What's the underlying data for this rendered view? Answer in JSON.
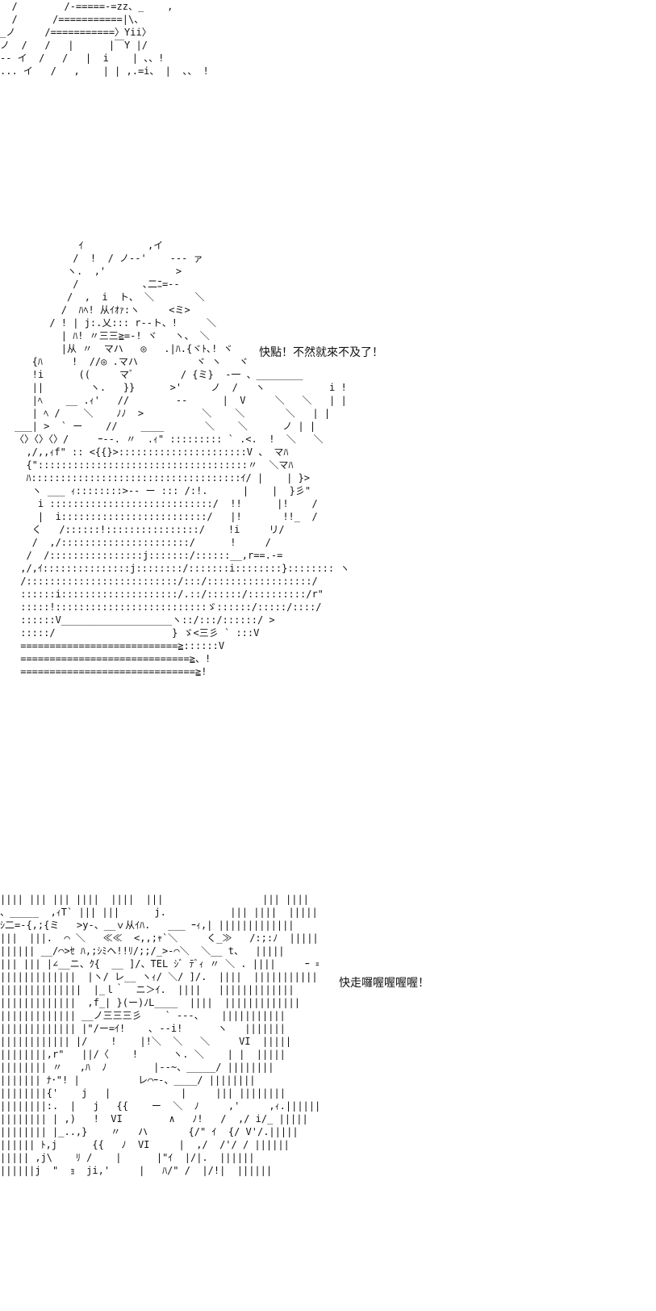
{
  "art": {
    "top": [
      "  /        /-=====-=zz、_    ,",
      "  /      /===========|\\、",
      "_ノ     /===========〉Yii〉",
      "ノ  /   /   |      |￣Y |/",
      "-- イ  /   /   |  i    | 、、!",
      "... イ   /   ,    | | ,.=i、 |  、、 !"
    ],
    "middle": [
      "           ｲ           ,イ",
      "          /  !  / ノ-‐'    ‐-- ァ",
      "         ヽ.  ,'            >",
      "          /           ､二ﾆ=--",
      "         /  ,  i  ト、 ＼       ＼",
      "        /  ﾊﾍ! 从ｲｵｧ:ヽ     <ミ>",
      "      / ! | j:.乂::: r-‐ト、!     ＼",
      "        | ﾊ! 〃三三≧=-! ヾ   ヽ、 ＼",
      "        |从 〃  マハ   ◎   .|ﾊ.{ヾﾄ､! ヾ",
      "   {ﾊ     !  //◎ .マハ          ヾ ヽ   ヾ",
      "   !i      ((     マﾞ        / {ミ}  ‐一 、________",
      "   ||        ヽ.   }}      >'     ノ  /   ヽ           i !",
      "   |ﾍ    __ .ｨ'   //        --      |  V     ＼   ＼   | |",
      "   | ﾍ /    ＼    ﾉﾉ  >          ＼    ＼       ＼   | |",
      "___| >  ` ー    //    ____       ＼    ＼      ノ | |",
      "〈〉〈〉〈〉/     ｰ--. 〃  .ｨ\" ::::::::: ` .<.  !  ＼   ＼",
      "  ,/,,ｨf\" :: <{{}>::::::::::::::::::::::V 、 マﾊ",
      "  {\"::::::::::::::::::::::::::::::::::::〃  ＼マﾊ",
      "  ﾊ::::::::::::::::::::::::::::::::::::ｲ/ |    | }>",
      "   ヽ ___ ｨ::::::::>-- ー ::: /:!.      |    |  }彡\"",
      "    i ::::::::::::::::::::::::::::/  !!      |!    /",
      "    |  i:::::::::::::::::::::::::/   |!       !!_  /",
      "   く   /::::::!::::::::::::::::/    !i     リ/",
      "   /  ,/::::::::::::::::::::::/      !     /",
      "  /  /::::::::::::::::j:::::::/::::::__,r==.-=",
      " ,/,ｲ:::::::::::::::j::::::::/:::::::i::::::::}:::::::: ヽ",
      " /::::::::::::::::::::::::::/:::/::::::::::::::::::/",
      " ::::::i::::::::::::::::::::/.::/::::::/::::::::::/r\"",
      " :::::!::::::::::::::::::::::::::ゞ::::::/:::::/::::/",
      " ::::::V___________________ヽ::/:::/::::::/ >",
      " :::::/                    } ゞ<三彡 ` :::V",
      " ===========================≧::::::V",
      " =============================≧、!",
      " ==============================≧!"
    ],
    "bottom": [
      "|||| ||| ||| ||||  ||||  |||                 ||| ||||  ||||||||||||||",
      "、_____  ,ｨT` ||| |||      j.           ||| ||||  ||||||||||||||",
      "ｼ二=-{,;{ミ   >y-、__ｖ从ｲﾊ.   ___ ｰｨ,| |||||||||||||",
      "|||  |||.  ⌒ ＼   ≪≪  <,,;ｬ`＼     く_≫   /:;:ﾉ  ||||||||||||",
      "|||||| __/⌒>ｾ ﾊ,;ｼﾐヘ!!ﾘ/;;/_>-⌒＼  ＼__ t、  |||||",
      "||| ||| |∠__ニ、ｸ{  __ ]/、TEL ｼﾞ ﾃﾞｨ 〃 ＼ . ||||     ｰ =} |||||",
      "|||||||||||||  |ヽ/ レ__ ヽｨ/ ＼/ ]/.  ||||  |||||||||||||",
      "||||||||||||||  |_ｌ｀  ニ＞ｲ.  ||||   |||||||||||||",
      "|||||||||||||  ,f_| }(ー)ﾉL____  ||||  |||||||||||||",
      "||||||||||||| __ノ三三三彡    ` ‐--、   |||||||||||",
      "||||||||||||| |\"/ー=ｲ!    ､ -‐i!      ヽ   |||||||",
      "|||||||||||| |/    !    |!＼  ＼   ＼     VI  |||||",
      "||||||||,r\"   ||/〈    !      ヽ. ＼    | |  |||||",
      "|||||||| 〃   ,ﾊ  ﾉ        |‐-~、_____/ ||||||||",
      "||||||| ﾅ･\"! |          レ⌒ｰ-、____/ ||||||||",
      "||||||||{'    j   |            |     ||| ||||||||",
      "||||||||:.  |   j   {{    ー  ＼  ﾉ     ,'     ,ｨ.||||||||",
      "|||||||| | ,)   !  VI        ∧   ﾉ!   /  ,/ i/_ |||||",
      "|||||||| |_..,}    〃   ハ       {/\" ｲ  {/ V'/.|||||",
      "|||||| ﾄ,j      {{   ﾉ  VI     |  ,/  /'/ / ||||||",
      "||||| ,j\\    ﾘ /    |      |\"ｲ  |/|.  ||||||",
      "||||||j  \"  ｮ  ji,'     |   ﾊ/\" /  |/!|  ||||||"
    ]
  },
  "dialogue": {
    "line_1": "快點！不然就來不及了！",
    "line_2": "快走囉喔喔喔喔！"
  }
}
